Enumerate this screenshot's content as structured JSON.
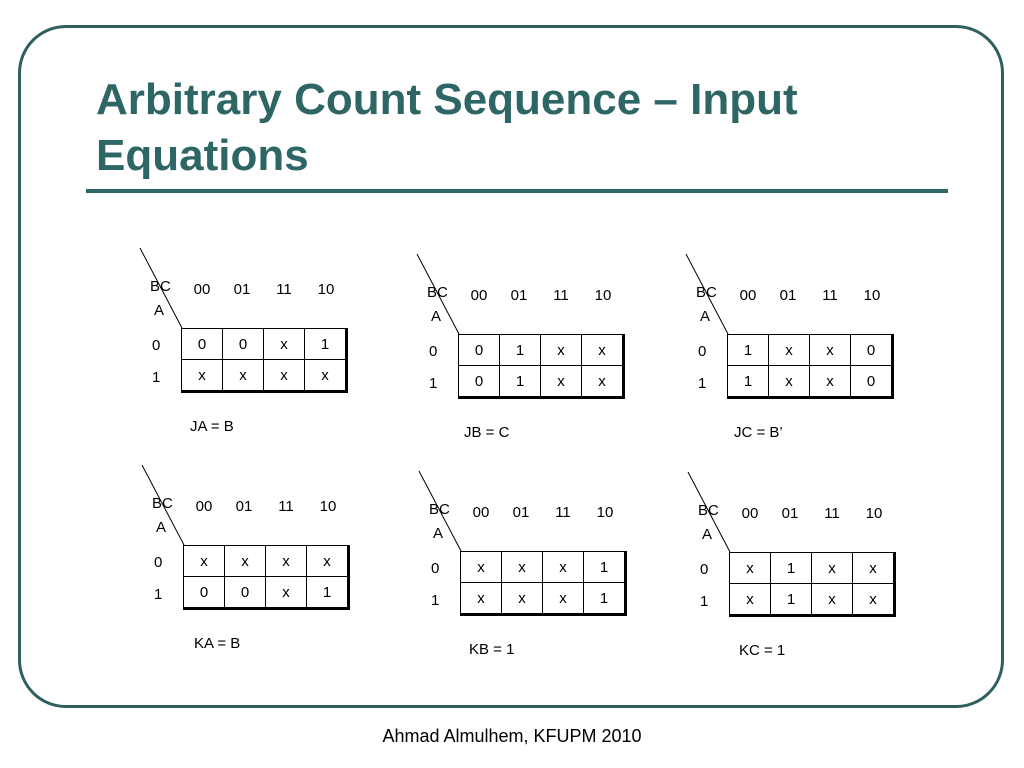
{
  "slide": {
    "title": "Arbitrary Count Sequence – Input Equations",
    "footer": "Ahmad Almulhem, KFUPM 2010",
    "colors": {
      "title": "#2e6666",
      "border": "#2e5e5e",
      "rule": "#2e6666"
    }
  },
  "kmaps": [
    {
      "corner_top": "BC",
      "corner_left": "A",
      "columns": [
        "00",
        "01",
        "11",
        "10"
      ],
      "rows": [
        "0",
        "1"
      ],
      "cells": [
        [
          "0",
          "0",
          "x",
          "1"
        ],
        [
          "x",
          "x",
          "x",
          "x"
        ]
      ],
      "equation": "JA = B"
    },
    {
      "corner_top": "BC",
      "corner_left": "A",
      "columns": [
        "00",
        "01",
        "11",
        "10"
      ],
      "rows": [
        "0",
        "1"
      ],
      "cells": [
        [
          "0",
          "1",
          "x",
          "x"
        ],
        [
          "0",
          "1",
          "x",
          "x"
        ]
      ],
      "equation": "JB = C"
    },
    {
      "corner_top": "BC",
      "corner_left": "A",
      "columns": [
        "00",
        "01",
        "11",
        "10"
      ],
      "rows": [
        "0",
        "1"
      ],
      "cells": [
        [
          "1",
          "x",
          "x",
          "0"
        ],
        [
          "1",
          "x",
          "x",
          "0"
        ]
      ],
      "equation": "JC = B’"
    },
    {
      "corner_top": "BC",
      "corner_left": "A",
      "columns": [
        "00",
        "01",
        "11",
        "10"
      ],
      "rows": [
        "0",
        "1"
      ],
      "cells": [
        [
          "x",
          "x",
          "x",
          "x"
        ],
        [
          "0",
          "0",
          "x",
          "1"
        ]
      ],
      "equation": "KA = B"
    },
    {
      "corner_top": "BC",
      "corner_left": "A",
      "columns": [
        "00",
        "01",
        "11",
        "10"
      ],
      "rows": [
        "0",
        "1"
      ],
      "cells": [
        [
          "x",
          "x",
          "x",
          "1"
        ],
        [
          "x",
          "x",
          "x",
          "1"
        ]
      ],
      "equation": "KB = 1"
    },
    {
      "corner_top": "BC",
      "corner_left": "A",
      "columns": [
        "00",
        "01",
        "11",
        "10"
      ],
      "rows": [
        "0",
        "1"
      ],
      "cells": [
        [
          "x",
          "1",
          "x",
          "x"
        ],
        [
          "x",
          "1",
          "x",
          "x"
        ]
      ],
      "equation": "KC = 1"
    }
  ]
}
